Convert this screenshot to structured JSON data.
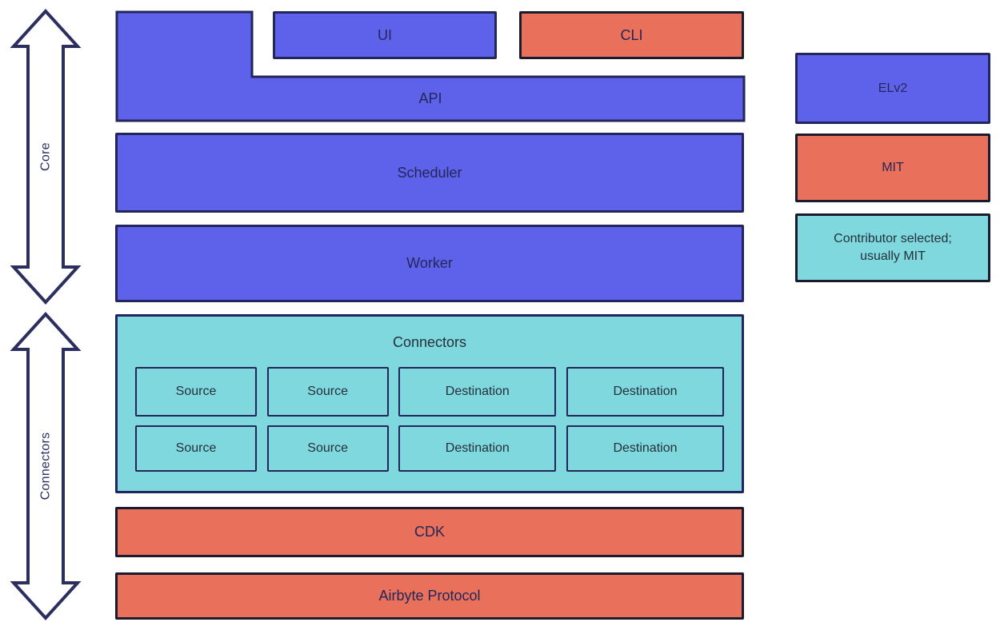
{
  "palette": {
    "blue": "#5E62EA",
    "coral": "#E9705A",
    "teal": "#7FD8DE",
    "border": "#23265B",
    "border-dark": "#1A1B2E",
    "text": "#232758",
    "text-teal": "#25303A",
    "arrow": "#2B2E5E"
  },
  "arrows": {
    "core": {
      "label": "Core"
    },
    "connectors": {
      "label": "Connectors"
    }
  },
  "diagram": {
    "ui": "UI",
    "cli": "CLI",
    "api": "API",
    "scheduler": "Scheduler",
    "worker": "Worker",
    "connectors": {
      "title": "Connectors",
      "rows": [
        [
          "Source",
          "Source",
          "Destination",
          "Destination"
        ],
        [
          "Source",
          "Source",
          "Destination",
          "Destination"
        ]
      ]
    },
    "cdk": "CDK",
    "protocol": "Airbyte Protocol"
  },
  "legend": [
    {
      "label": "ELv2",
      "color": "#5E62EA"
    },
    {
      "label": "MIT",
      "color": "#E9705A"
    },
    {
      "label": "Contributor selected; usually MIT",
      "color": "#7FD8DE"
    }
  ]
}
